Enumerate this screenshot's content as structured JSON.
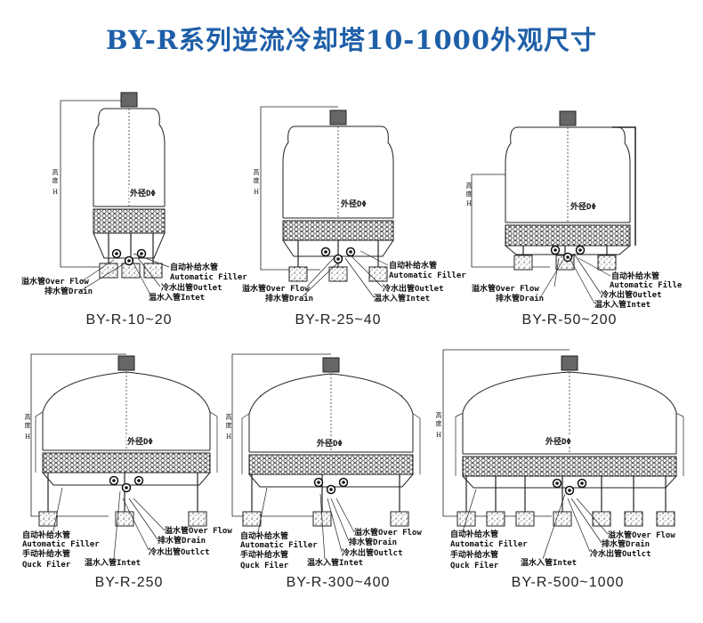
{
  "title": "BY-R系列逆流冷却塔10-1000外观尺寸",
  "towers": [
    {
      "model": "BY-R-10~20",
      "diameter_label": "外径DΦ",
      "height_label": "高度",
      "height_symbol": "H",
      "labels": {
        "auto_filler_cn": "自动补给水管",
        "auto_filler_en": "Automatic Filler",
        "overflow": "溢水管Over Flow",
        "drain": "排水管Drain",
        "outlet": "冷水出管Outlet",
        "inlet": "温水入管Intet"
      }
    },
    {
      "model": "BY-R-25~40",
      "diameter_label": "外径DΦ",
      "height_label": "高度",
      "height_symbol": "H",
      "labels": {
        "auto_filler_cn": "自动补给水管",
        "auto_filler_en": "Automatic Filler",
        "overflow": "溢水管Over Flow",
        "drain": "排水管Drain",
        "outlet": "冷水出管Outlet",
        "inlet": "温水入管Intet"
      }
    },
    {
      "model": "BY-R-50~200",
      "diameter_label": "外径DΦ",
      "height_label": "高度",
      "height_symbol": "H",
      "labels": {
        "auto_filler_cn": "自动补给水管",
        "auto_filler_en": "Automatic Fille",
        "overflow": "溢水管Over Flow",
        "drain": "排水管Drain",
        "outlet": "冷水出管Outlet",
        "inlet": "温水入管Intet"
      }
    },
    {
      "model": "BY-R-250",
      "diameter_label": "外径DΦ",
      "height_label": "高度",
      "height_symbol": "H",
      "labels": {
        "auto_filler_cn": "自动补给水管",
        "auto_filler_en": "Automatic Filler",
        "quick_filler_cn": "手动补给水管",
        "quick_filler_en": "Quck Filer",
        "overflow": "溢水管Over  Flow",
        "drain": "排水管Drain",
        "outlet": "冷水出管Outlct",
        "inlet": "温水入管Intet"
      }
    },
    {
      "model": "BY-R-300~400",
      "diameter_label": "外径DΦ",
      "height_label": "高度",
      "height_symbol": "H",
      "labels": {
        "auto_filler_cn": "自动补给水管",
        "auto_filler_en": "Automatic Filler",
        "quick_filler_cn": "手动补给水管",
        "quick_filler_en": "Quck Filer",
        "overflow": "溢水管Over Flow",
        "drain": "排水管Drain",
        "outlet": "冷水出管Outlct",
        "inlet": "温水入管Intet"
      }
    },
    {
      "model": "BY-R-500~1000",
      "diameter_label": "外径DΦ",
      "height_label": "高度",
      "height_symbol": "H",
      "labels": {
        "auto_filler_cn": "自动补给水管",
        "auto_filler_en": "Automatic Filler",
        "quick_filler_cn": "手动补给水管",
        "quick_filler_en": "Quck Filer",
        "overflow": "溢水管Over Flow",
        "drain": "排水管Drain",
        "outlet": "冷水出管Outlct",
        "inlet": "温水入管Intet"
      }
    }
  ]
}
